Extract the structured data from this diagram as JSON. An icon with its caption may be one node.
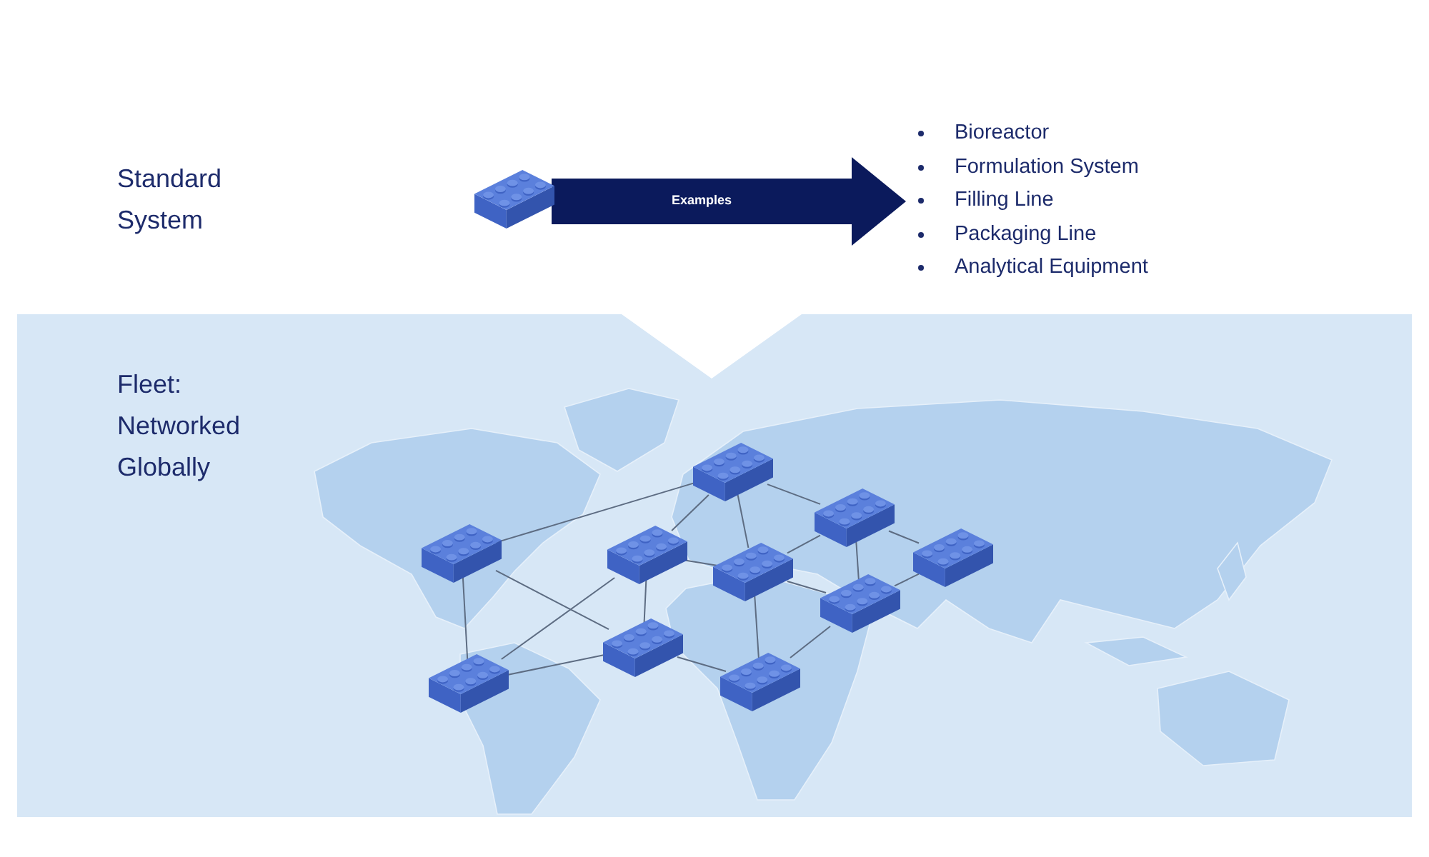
{
  "diagram": {
    "nodes": [
      {
        "text": [],
        "shape": "picture"
      },
      {
        "text": [
          "Bioreactor",
          "Formulation System",
          "Filling Line",
          "Packaging Line",
          "Analytical Equipment"
        ]
      },
      {
        "text": [
          "Fleet: Networked Globally"
        ]
      },
      {
        "text": [],
        "shape": "picture",
        "in": 2
      },
      {
        "text": [],
        "shape": "picture",
        "in": 2
      },
      {
        "text": [],
        "shape": "picture",
        "in": 2
      },
      {
        "text": [],
        "shape": "picture",
        "in": 2
      },
      {
        "text": [],
        "shape": "picture",
        "in": 2
      },
      {
        "text": [],
        "shape": "picture",
        "in": 2
      },
      {
        "text": [],
        "shape": "picture",
        "in": 2
      },
      {
        "text": [],
        "shape": "picture",
        "in": 2
      },
      {
        "text": [],
        "shape": "picture",
        "in": 2
      },
      {
        "text": [],
        "shape": "picture",
        "in": 2
      }
    ],
    "edges": [
      {
        "from": 0,
        "to": 1,
        "arrow": "to",
        "label": "Examples",
        "style": "thick",
        "color": "#0b1a5c"
      },
      {
        "from": 3,
        "to": 7,
        "arrow": "none"
      },
      {
        "from": 3,
        "to": 4,
        "arrow": "none"
      },
      {
        "from": 3,
        "to": 5,
        "arrow": "none"
      },
      {
        "from": 4,
        "to": 6,
        "arrow": "none"
      },
      {
        "from": 4,
        "to": 5,
        "arrow": "none"
      },
      {
        "from": 6,
        "to": 7,
        "arrow": "none"
      },
      {
        "from": 6,
        "to": 8,
        "arrow": "none"
      },
      {
        "from": 6,
        "to": 5,
        "arrow": "none"
      },
      {
        "from": 7,
        "to": 8,
        "arrow": "none"
      },
      {
        "from": 7,
        "to": 10,
        "arrow": "none"
      },
      {
        "from": 10,
        "to": 8,
        "arrow": "none"
      },
      {
        "from": 10,
        "to": 11,
        "arrow": "none"
      },
      {
        "from": 10,
        "to": 12,
        "arrow": "none"
      },
      {
        "from": 8,
        "to": 11,
        "arrow": "none"
      },
      {
        "from": 8,
        "to": 9,
        "arrow": "none"
      },
      {
        "from": 5,
        "to": 9,
        "arrow": "none"
      },
      {
        "from": 11,
        "to": 9,
        "arrow": "none"
      },
      {
        "from": 11,
        "to": 12,
        "arrow": "none"
      }
    ],
    "labels": [
      "Standard System"
    ]
  }
}
